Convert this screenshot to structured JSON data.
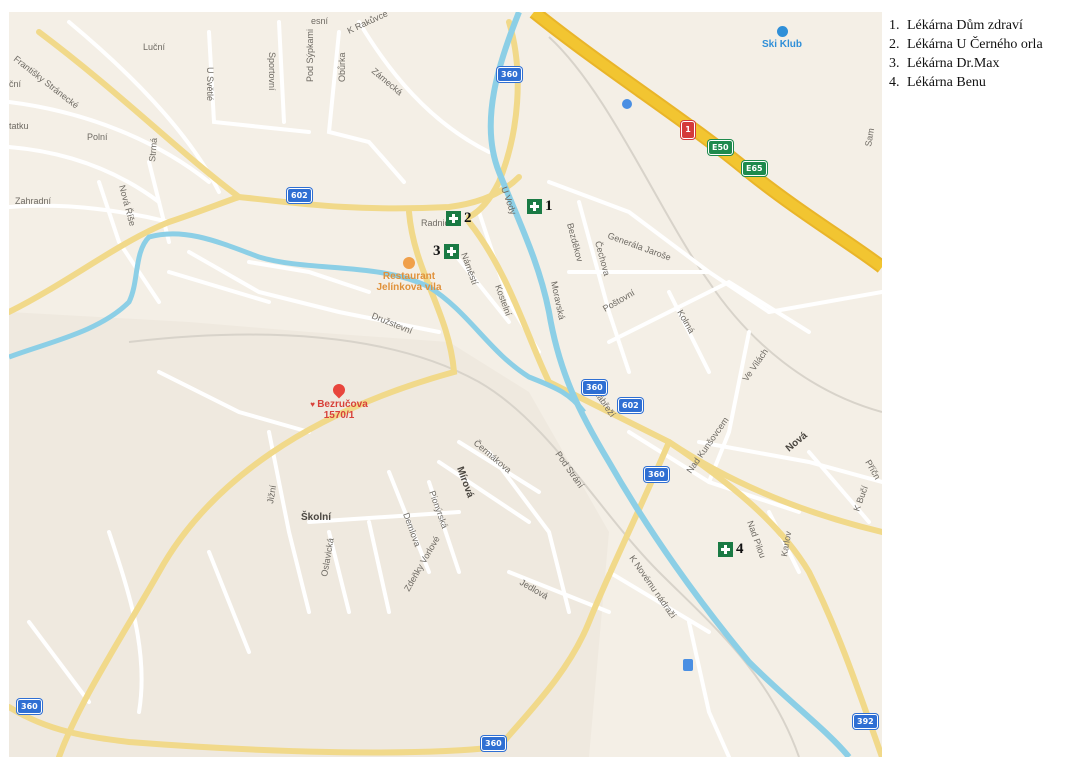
{
  "legend": [
    {
      "number": "1.",
      "name": "Lékárna Dům zdraví"
    },
    {
      "number": "2.",
      "name": "Lékárna U Černého orla"
    },
    {
      "number": "3.",
      "name": "Lékárna Dr.Max"
    },
    {
      "number": "4.",
      "name": "Lékárna Benu"
    }
  ],
  "markers": {
    "m1": "1",
    "m2": "2",
    "m3": "3",
    "m4": "4"
  },
  "road_shields": {
    "r360_top": "360",
    "r602_left": "602",
    "r360_mid": "360",
    "r602_mid": "602",
    "r360_low": "360",
    "r360_bl": "360",
    "r360_bottom": "360",
    "r392": "392",
    "d1": "1",
    "e50": "E50",
    "e65": "E65"
  },
  "pois": {
    "restaurant_line1": "Restaurant",
    "restaurant_line2": "Jelínkova vila",
    "pin_line1": "Bezručova",
    "pin_line2": "1570/1",
    "ski_klub": "Ski Klub"
  },
  "streets": {
    "frantisky": "Františky Stránecké",
    "lucni": "Luční",
    "u_svetle": "U Světlé",
    "sportovni": "Sportovní",
    "pod_sypkami": "Pod Sýpkami",
    "oburka": "Obůrka",
    "k_rakovce": "K Rakůvce",
    "zamecka": "Zámecká",
    "polni": "Polní",
    "strma": "Strmá",
    "nova_rise": "Nová Říše",
    "zahradni": "Zahradní",
    "radnicni": "Radnic",
    "namesti": "Náměstí",
    "kostelni": "Kostelní",
    "u_vody": "U Vody",
    "moravska": "Moravská",
    "bezdekov": "Bezděkov",
    "cechova": "Čechova",
    "generala_jarose": "Generála Jaroše",
    "postovni": "Poštovní",
    "kolma": "Kolmá",
    "ve_vilach": "Ve Vilách",
    "druzstevni": "Družstevní",
    "nabrezi": "Nábřeží",
    "pod_strani": "Pod Strání",
    "cermakova": "Čermákova",
    "mirova": "Mírová",
    "pionyrska": "Pionýrská",
    "demlova": "Demlova",
    "zdenky_vorlove": "Zdeňky Vorlové",
    "skolni": "Školní",
    "jizni": "Jižní",
    "oslavicka": "Oslavická",
    "k_novemu_nadrazi": "K Novému nádraží",
    "jedlova": "Jedlová",
    "nad_kunsovcem": "Nad Kunšovcem",
    "nova": "Nová",
    "na_pilou": "Nad Pilou",
    "karlov": "Karlov",
    "k_bucli": "K Bučí",
    "pricni": "Příčn",
    "sam": "Sam",
    "tatku": "tatku",
    "cni": "ční",
    "esni": "esní"
  },
  "colors": {
    "land": "#f4efe6",
    "road": "#ffffff",
    "main_road": "#f1d98a",
    "highway": "#f2c531",
    "river": "#8ccfe6",
    "pharmacy": "#1a7a44",
    "shield_blue": "#2f6fd3"
  }
}
